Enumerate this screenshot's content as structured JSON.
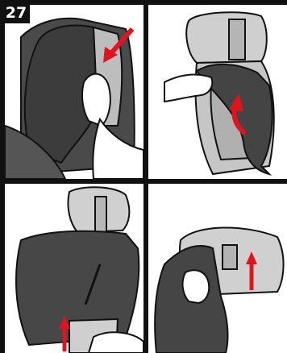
{
  "step": {
    "number": "27"
  },
  "panels": [
    {
      "id": "p1",
      "arrow_direction": "down-left"
    },
    {
      "id": "p2",
      "arrow_direction": "up"
    },
    {
      "id": "p3",
      "arrow_direction": "up"
    },
    {
      "id": "p4",
      "arrow_direction": "up"
    }
  ],
  "colors": {
    "cover": "#4a4a4a",
    "cover_dark": "#333333",
    "shell": "#c8c8c8",
    "arrow": "#e0141e",
    "line": "#111111"
  }
}
